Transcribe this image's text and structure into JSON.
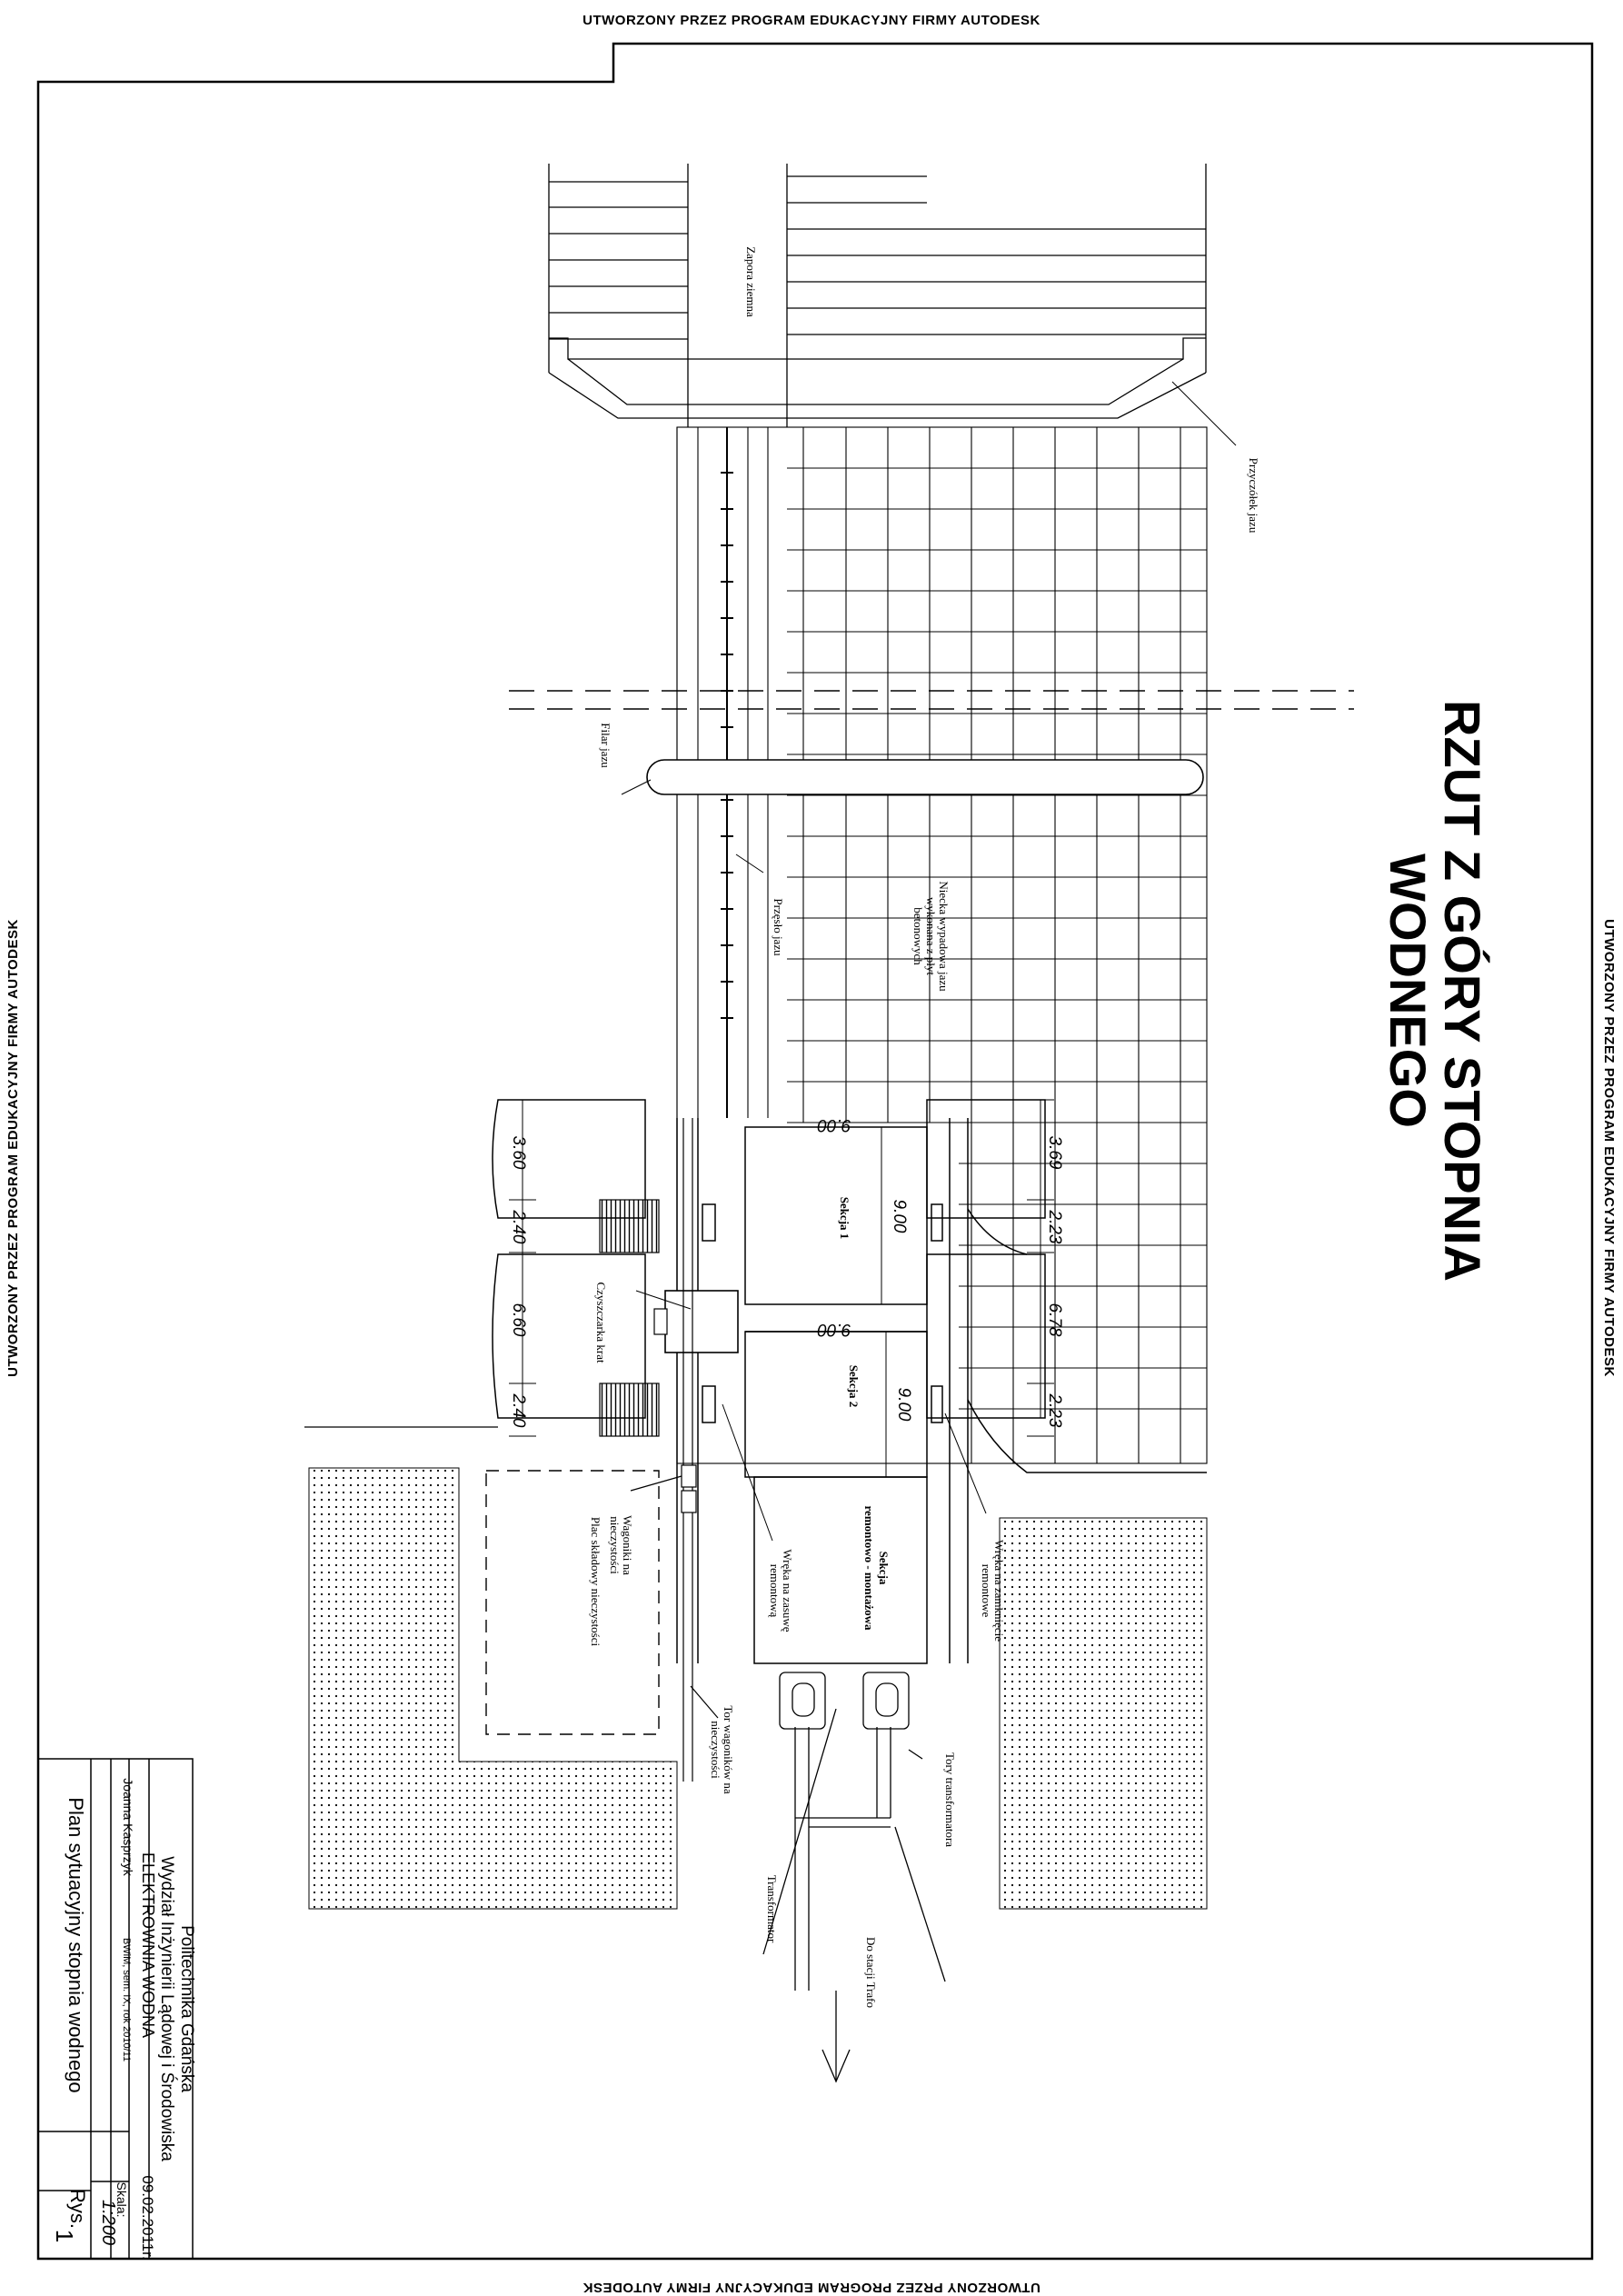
{
  "watermark": "UTWORZONY PRZEZ PROGRAM EDUKACYJNY FIRMY AUTODESK",
  "title": {
    "line1": "RZUT Z GÓRY STOPNIA",
    "line2": "WODNEGO"
  },
  "labels": {
    "zapora": "Zapora ziemna",
    "przyczolek": "Przyczółek jazu",
    "filar": "Filar jazu",
    "przeslo": "Przęsło jazu",
    "niecka1": "Niecka wypadowa jazu",
    "niecka2": "wykonana z płyt",
    "niecka3": "betonowych",
    "sekcja1": "Sekcja 1",
    "sekcja2": "Sekcja 2",
    "sekcjaR1": "Sekcja",
    "sekcjaR2": "remontowo - montażowa",
    "czyszczarka": "Czyszczarka krat",
    "wagoniki1": "Wagoniki na",
    "wagoniki2": "nieczystości",
    "plac": "Plac składowy nieczystości",
    "wrekaZasuwy1": "Wręka na zasuwę",
    "wrekaZasuwy2": "remontową",
    "wrekaZamk1": "Wręka na zamknięcie",
    "wrekaZamk2": "remontowe",
    "tor1": "Tor wagoników na",
    "tor2": "nieczystości",
    "tory": "Tory transformatora",
    "transformator": "Transformator",
    "stacja": "Do stacji Trafo"
  },
  "dimensions": {
    "left": [
      "3.60",
      "2.40",
      "6.60",
      "2.40"
    ],
    "right": [
      "3.69",
      "2.23",
      "6.78",
      "2.23"
    ],
    "sec1_w": "9.00",
    "sec1_h": "9.00",
    "sec2_w": "9.00",
    "sec2_h": "9.00"
  },
  "titleblock": {
    "org": "Politechnika Gdańska",
    "dept": "Wydział Inżynierii Lądowej i Środowiska",
    "project": "ELEKTROWNIA WODNA",
    "date": "09.02.2011r.",
    "author": "Joanna Kasprzyk",
    "course": "BWiM, sem. IX, rok 2010/11",
    "scale_label": "Skala:",
    "scale": "1:200",
    "drawing": "Plan sytuacyjny stopnia wodnego",
    "fig_label": "Rys.",
    "fig": "1"
  }
}
